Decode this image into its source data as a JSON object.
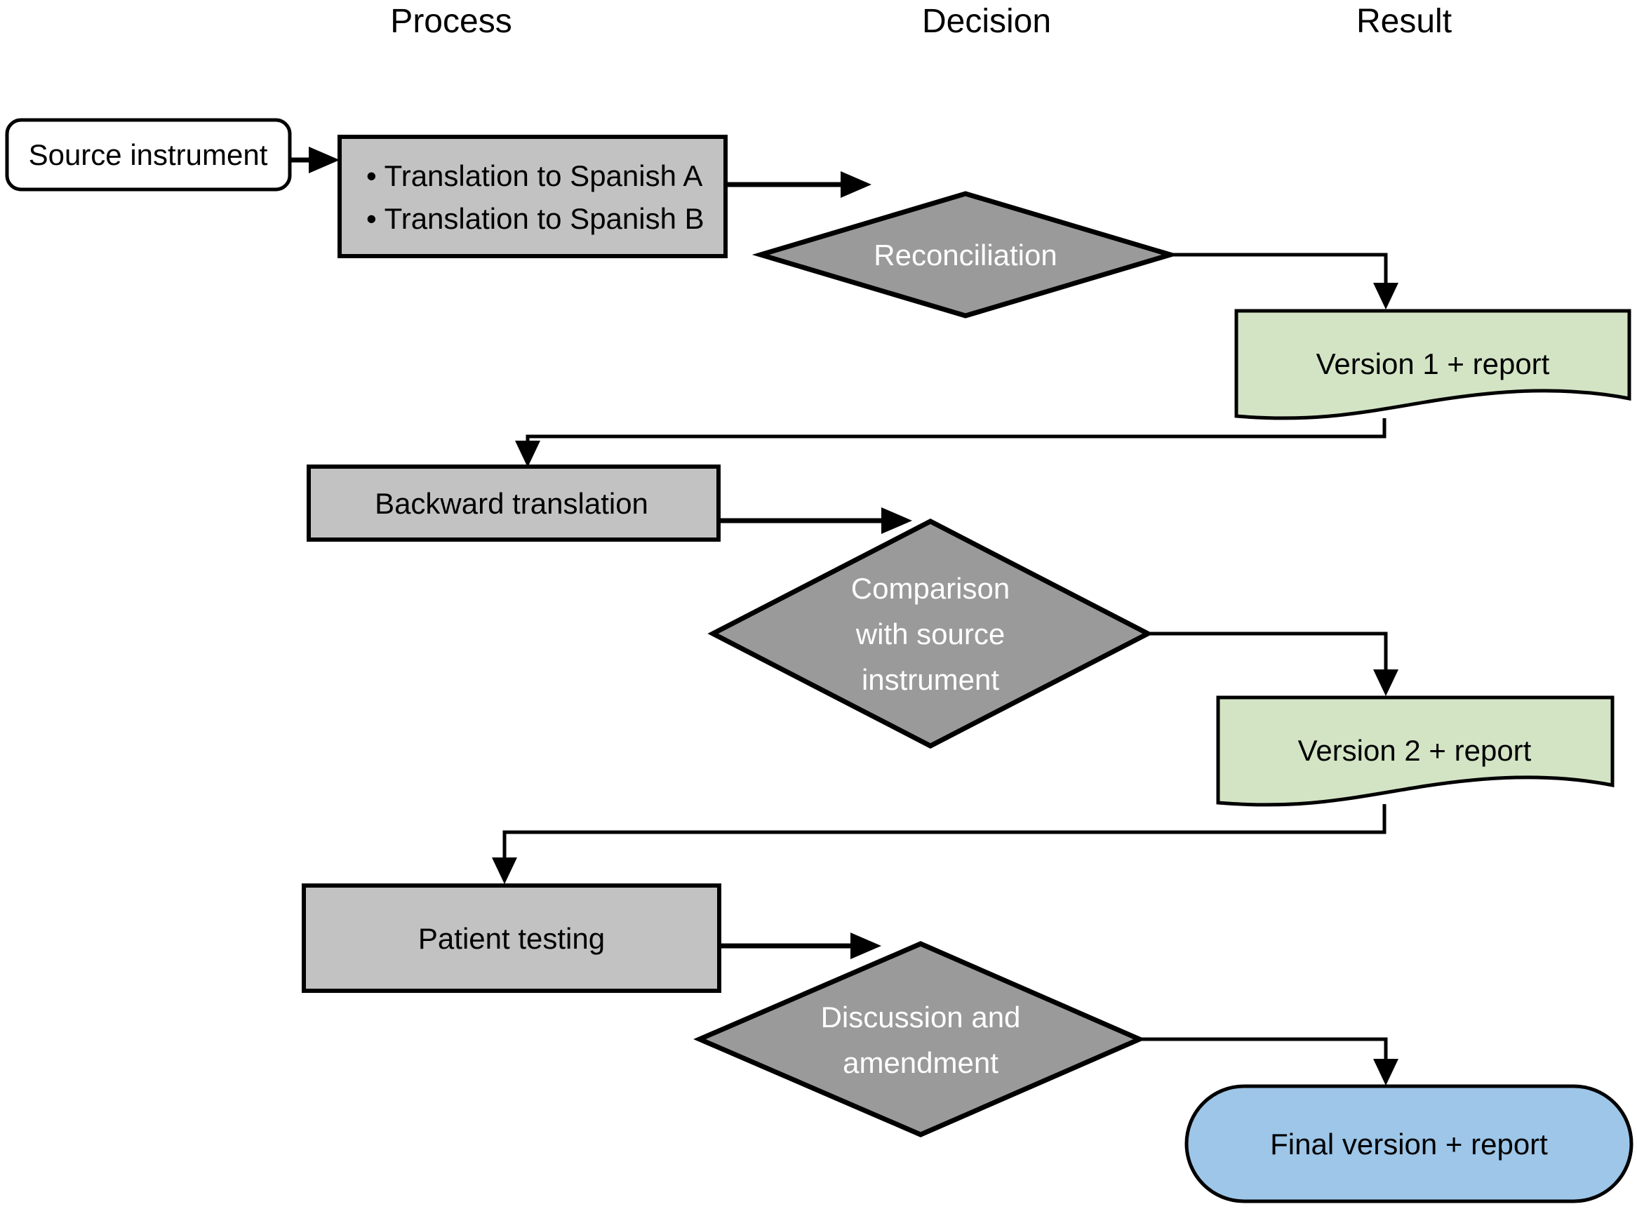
{
  "figure": {
    "headers": [
      {
        "label": "Process"
      },
      {
        "label": "Decision"
      },
      {
        "label": "Result"
      }
    ],
    "colors": {
      "source_box": "#ffffff",
      "process_box": "#c2c2c2",
      "decision_diamond": "#9a9a9a",
      "result_document": "#d3e4c5",
      "final_result": "#9dc6e8",
      "line": "#000000"
    },
    "nodes": {
      "source": "Source instrument",
      "translation_a": "• Translation to Spanish A",
      "translation_b": "• Translation to Spanish B",
      "reconciliation": "Reconciliation",
      "version1": "Version 1 + report",
      "backward": "Backward translation",
      "comparison_l1": "Comparison",
      "comparison_l2": "with source",
      "comparison_l3": "instrument",
      "version2": "Version 2 + report",
      "patient": "Patient testing",
      "discussion_l1": "Discussion and",
      "discussion_l2": "amendment",
      "final": "Final version + report"
    }
  }
}
